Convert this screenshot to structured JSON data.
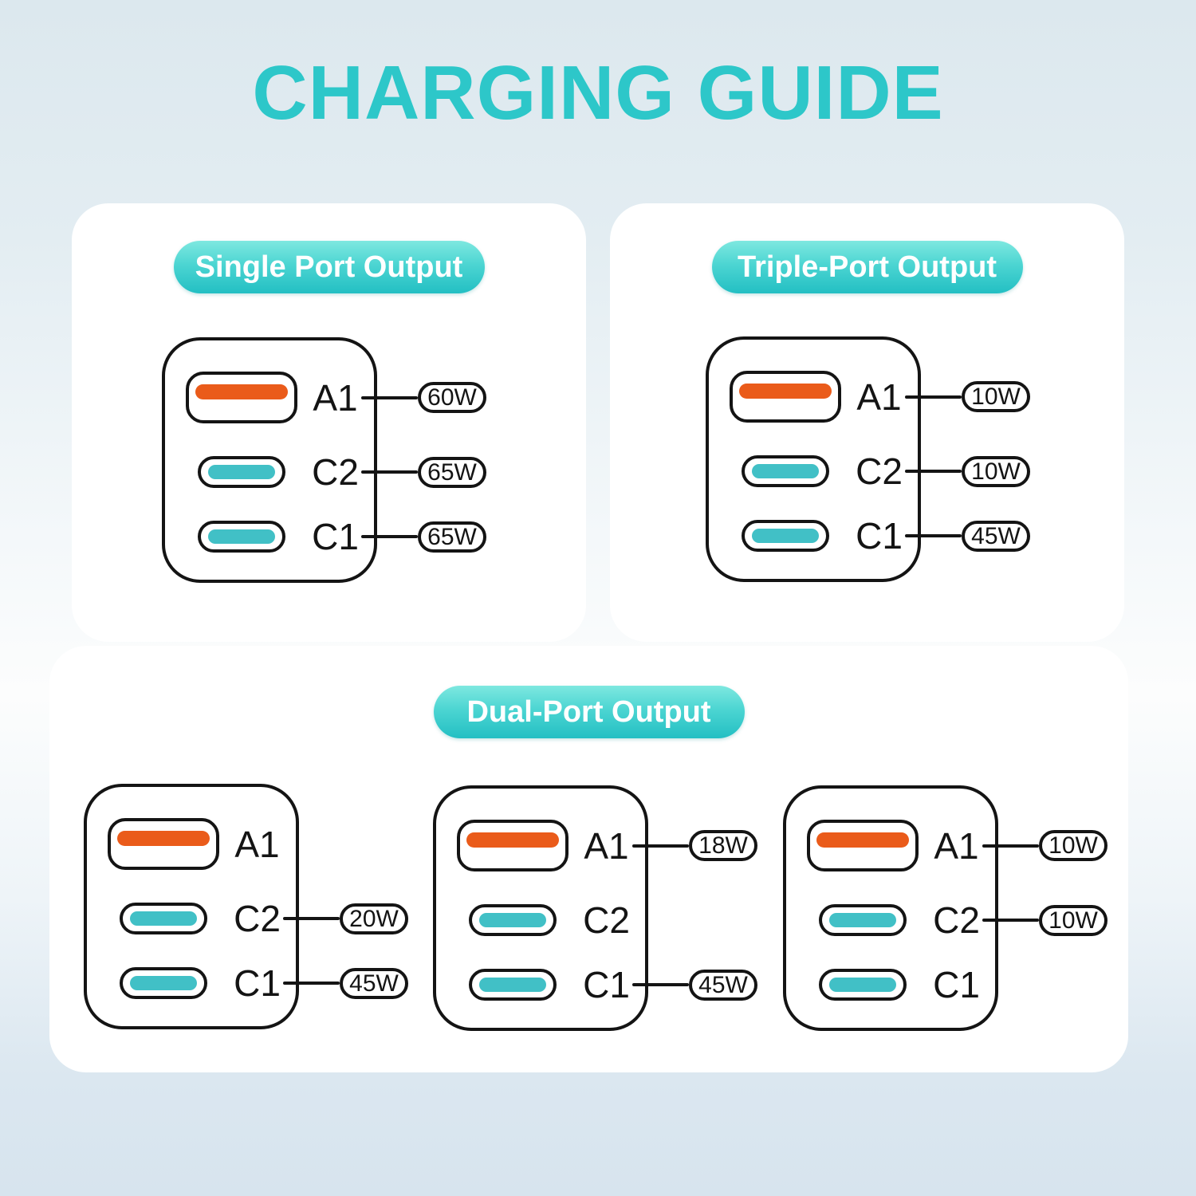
{
  "page_title": "CHARGING GUIDE",
  "accent_colors": {
    "title_teal": "#2dc7c9",
    "header_pill_gradient_top": "#7ee8e0",
    "header_pill_gradient_bottom": "#23bfc3",
    "usb_a_orange": "#ea5b1a",
    "usb_c_teal": "#41c0c6",
    "outline_black": "#141414"
  },
  "sections": [
    {
      "id": "single",
      "label": "Single Port Output",
      "chargers": [
        {
          "ports": [
            {
              "name": "A1",
              "type": "usb-a",
              "watt": "60W"
            },
            {
              "name": "C2",
              "type": "usb-c",
              "watt": "65W"
            },
            {
              "name": "C1",
              "type": "usb-c",
              "watt": "65W"
            }
          ]
        }
      ]
    },
    {
      "id": "triple",
      "label": "Triple-Port Output",
      "chargers": [
        {
          "ports": [
            {
              "name": "A1",
              "type": "usb-a",
              "watt": "10W"
            },
            {
              "name": "C2",
              "type": "usb-c",
              "watt": "10W"
            },
            {
              "name": "C1",
              "type": "usb-c",
              "watt": "45W"
            }
          ]
        }
      ]
    },
    {
      "id": "dual",
      "label": "Dual-Port Output",
      "chargers": [
        {
          "ports": [
            {
              "name": "A1",
              "type": "usb-a",
              "watt": null
            },
            {
              "name": "C2",
              "type": "usb-c",
              "watt": "20W"
            },
            {
              "name": "C1",
              "type": "usb-c",
              "watt": "45W"
            }
          ]
        },
        {
          "ports": [
            {
              "name": "A1",
              "type": "usb-a",
              "watt": "18W"
            },
            {
              "name": "C2",
              "type": "usb-c",
              "watt": null
            },
            {
              "name": "C1",
              "type": "usb-c",
              "watt": "45W"
            }
          ]
        },
        {
          "ports": [
            {
              "name": "A1",
              "type": "usb-a",
              "watt": "10W"
            },
            {
              "name": "C2",
              "type": "usb-c",
              "watt": "10W"
            },
            {
              "name": "C1",
              "type": "usb-c",
              "watt": null
            }
          ]
        }
      ]
    }
  ]
}
